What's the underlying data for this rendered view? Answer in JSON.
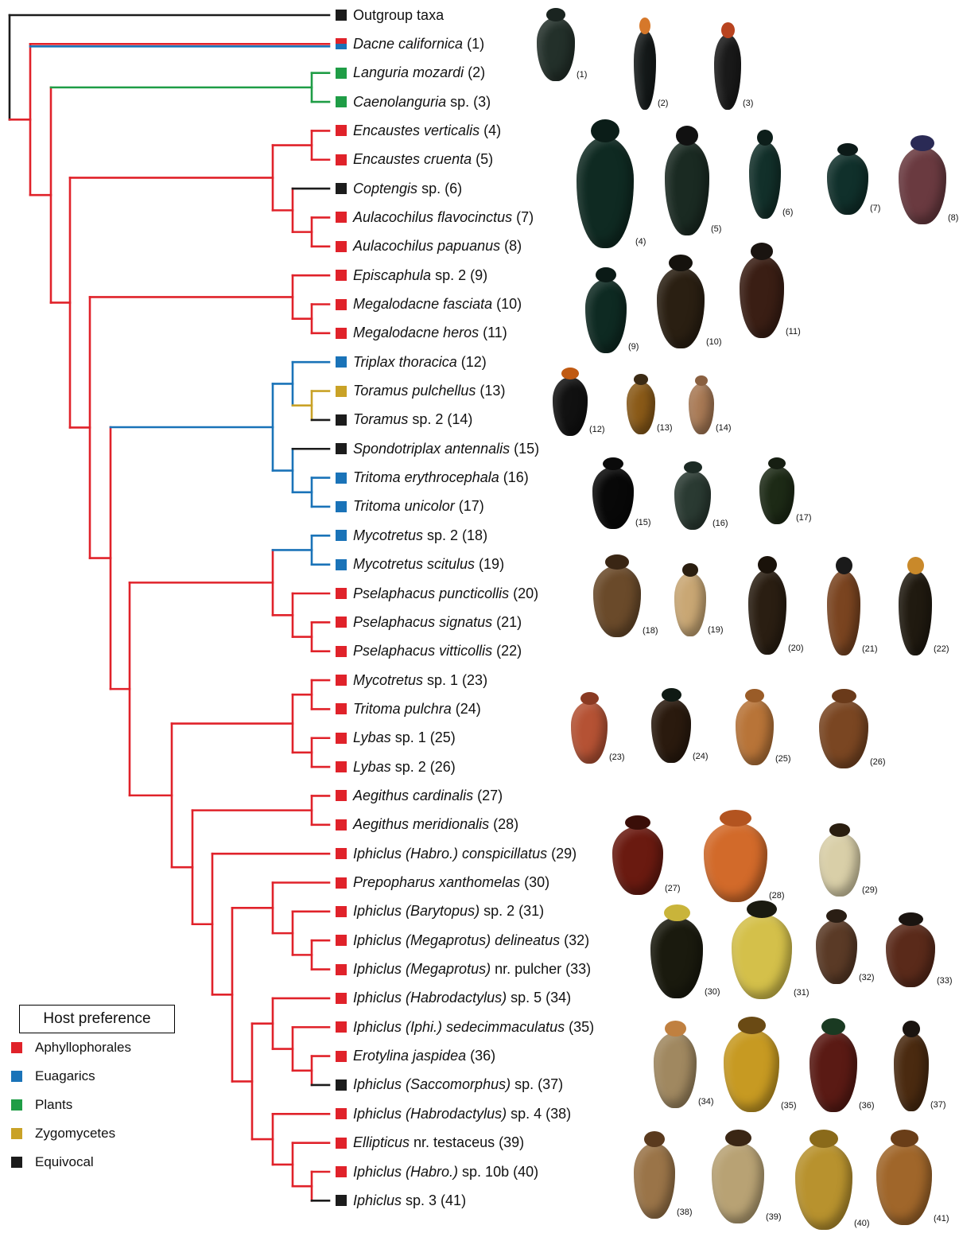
{
  "colors": {
    "Aphyllophorales": "#e0222a",
    "Euagarics": "#1a73b8",
    "Plants": "#1f9d46",
    "Zygomycetes": "#c9a227",
    "Equivocal": "#1c1c1c"
  },
  "legend": {
    "title": "Host preference",
    "items": [
      {
        "label": "Aphyllophorales",
        "key": "Aphyllophorales"
      },
      {
        "label": "Euagarics",
        "key": "Euagarics"
      },
      {
        "label": "Plants",
        "key": "Plants"
      },
      {
        "label": "Zygomycetes",
        "key": "Zygomycetes"
      },
      {
        "label": "Equivocal",
        "key": "Equivocal"
      }
    ]
  },
  "taxa": [
    {
      "it": "",
      "rest": "Outgroup taxa",
      "host": "Equivocal"
    },
    {
      "it": "Dacne californica",
      "rest": " (1)",
      "host": "split"
    },
    {
      "it": "Languria mozardi",
      "rest": " (2)",
      "host": "Plants"
    },
    {
      "it": "Caenolanguria",
      "rest": " sp. (3)",
      "host": "Plants"
    },
    {
      "it": "Encaustes verticalis",
      "rest": " (4)",
      "host": "Aphyllophorales"
    },
    {
      "it": "Encaustes cruenta",
      "rest": " (5)",
      "host": "Aphyllophorales"
    },
    {
      "it": "Coptengis",
      "rest": " sp. (6)",
      "host": "Equivocal"
    },
    {
      "it": "Aulacochilus flavocinctus",
      "rest": " (7)",
      "host": "Aphyllophorales"
    },
    {
      "it": "Aulacochilus papuanus",
      "rest": " (8)",
      "host": "Aphyllophorales"
    },
    {
      "it": "Episcaphula",
      "rest": " sp. 2 (9)",
      "host": "Aphyllophorales"
    },
    {
      "it": "Megalodacne fasciata",
      "rest": " (10)",
      "host": "Aphyllophorales"
    },
    {
      "it": "Megalodacne heros",
      "rest": " (11)",
      "host": "Aphyllophorales"
    },
    {
      "it": "Triplax thoracica",
      "rest": " (12)",
      "host": "Euagarics"
    },
    {
      "it": "Toramus pulchellus",
      "rest": " (13)",
      "host": "Zygomycetes"
    },
    {
      "it": "Toramus",
      "rest": " sp. 2 (14)",
      "host": "Equivocal"
    },
    {
      "it": "Spondotriplax antennalis",
      "rest": " (15)",
      "host": "Equivocal"
    },
    {
      "it": "Tritoma erythrocephala",
      "rest": " (16)",
      "host": "Euagarics"
    },
    {
      "it": "Tritoma unicolor",
      "rest": " (17)",
      "host": "Euagarics"
    },
    {
      "it": "Mycotretus",
      "rest": " sp. 2 (18)",
      "host": "Euagarics"
    },
    {
      "it": "Mycotretus scitulus",
      "rest": " (19)",
      "host": "Euagarics"
    },
    {
      "it": "Pselaphacus puncticollis",
      "rest": " (20)",
      "host": "Aphyllophorales"
    },
    {
      "it": "Pselaphacus signatus",
      "rest": " (21)",
      "host": "Aphyllophorales"
    },
    {
      "it": "Pselaphacus vitticollis",
      "rest": " (22)",
      "host": "Aphyllophorales"
    },
    {
      "it": "Mycotretus",
      "rest": " sp. 1 (23)",
      "host": "Aphyllophorales"
    },
    {
      "it": "Tritoma pulchra",
      "rest": " (24)",
      "host": "Aphyllophorales"
    },
    {
      "it": "Lybas",
      "rest": " sp. 1 (25)",
      "host": "Aphyllophorales"
    },
    {
      "it": "Lybas",
      "rest": " sp. 2 (26)",
      "host": "Aphyllophorales"
    },
    {
      "it": "Aegithus cardinalis",
      "rest": " (27)",
      "host": "Aphyllophorales"
    },
    {
      "it": "Aegithus meridionalis",
      "rest": " (28)",
      "host": "Aphyllophorales"
    },
    {
      "it": "Iphiclus (Habro.) conspicillatus",
      "rest": " (29)",
      "host": "Aphyllophorales"
    },
    {
      "it": "Prepopharus xanthomelas",
      "rest": " (30)",
      "host": "Aphyllophorales"
    },
    {
      "it": "Iphiclus (Barytopus)",
      "rest": " sp. 2 (31)",
      "host": "Aphyllophorales"
    },
    {
      "it": "Iphiclus (Megaprotus) delineatus",
      "rest": " (32)",
      "host": "Aphyllophorales"
    },
    {
      "it": "Iphiclus (Megaprotus)",
      "rest": " nr. pulcher (33)",
      "host": "Aphyllophorales"
    },
    {
      "it": "Iphiclus (Habrodactylus)",
      "rest": " sp. 5 (34)",
      "host": "Aphyllophorales"
    },
    {
      "it": "Iphiclus (Iphi.) sedecimmaculatus",
      "rest": " (35)",
      "host": "Aphyllophorales"
    },
    {
      "it": "Erotylina jaspidea",
      "rest": " (36)",
      "host": "Aphyllophorales"
    },
    {
      "it": "Iphiclus (Saccomorphus)",
      "rest": " sp. (37)",
      "host": "Equivocal"
    },
    {
      "it": "Iphiclus (Habrodactylus)",
      "rest": " sp. 4 (38)",
      "host": "Aphyllophorales"
    },
    {
      "it": "Ellipticus",
      "rest": " nr. testaceus (39)",
      "host": "Aphyllophorales"
    },
    {
      "it": "Iphiclus (Habro.)",
      "rest": " sp. 10b (40)",
      "host": "Aphyllophorales"
    },
    {
      "it": "Iphiclus",
      "rest": " sp. 3 (41)",
      "host": "Equivocal"
    }
  ],
  "photo_labels": [
    "(1)",
    "(2)",
    "(3)",
    "(4)",
    "(5)",
    "(6)",
    "(7)",
    "(8)",
    "(9)",
    "(10)",
    "(11)",
    "(12)",
    "(13)",
    "(14)",
    "(15)",
    "(16)",
    "(17)",
    "(18)",
    "(19)",
    "(20)",
    "(21)",
    "(22)",
    "(23)",
    "(24)",
    "(25)",
    "(26)",
    "(27)",
    "(28)",
    "(29)",
    "(30)",
    "(31)",
    "(32)",
    "(33)",
    "(34)",
    "(35)",
    "(36)",
    "(37)",
    "(38)",
    "(39)",
    "(40)",
    "(41)"
  ]
}
